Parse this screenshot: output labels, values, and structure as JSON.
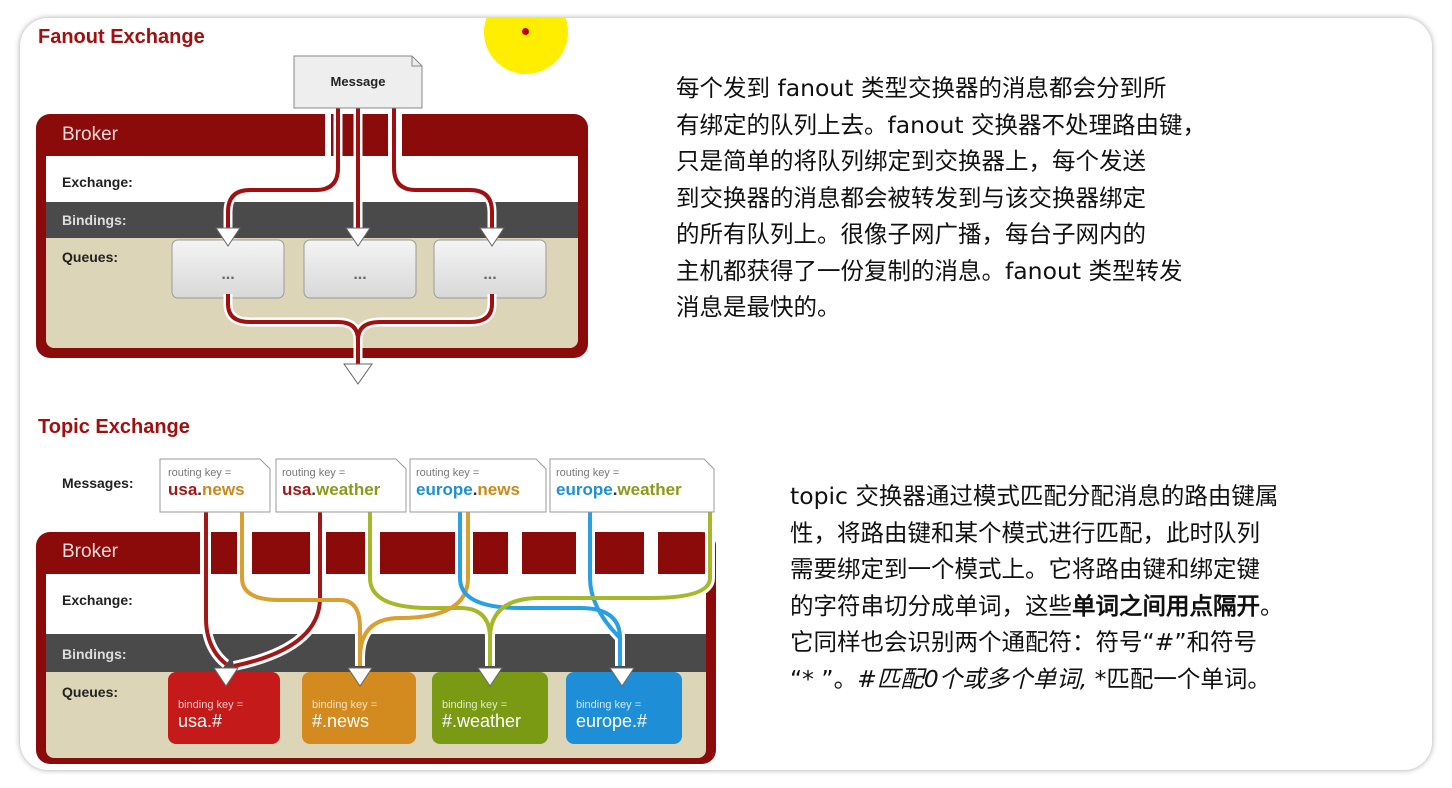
{
  "fanout": {
    "title": "Fanout Exchange",
    "message_label": "Message",
    "broker_label": "Broker",
    "exchange_label": "Exchange:",
    "bindings_label": "Bindings:",
    "queues_label": "Queues:",
    "queue_text": "...",
    "description_lines": [
      "每个发到 fanout 类型交换器的消息都会分到所",
      "有绑定的队列上去。fanout 交换器不处理路由键，",
      "只是简单的将队列绑定到交换器上，每个发送",
      "到交换器的消息都会被转发到与该交换器绑定",
      "的所有队列上。很像子网广播，每台子网内的",
      "主机都获得了一份复制的消息。fanout 类型转发",
      "消息是最快的。"
    ]
  },
  "topic": {
    "title": "Topic Exchange",
    "messages_label": "Messages:",
    "broker_label": "Broker",
    "exchange_label": "Exchange:",
    "bindings_label": "Bindings:",
    "queues_label": "Queues:",
    "routing_key_label": "routing key =",
    "messages": [
      {
        "part1": "usa",
        "dot": ".",
        "part2": "news",
        "color1": "#a01818",
        "color2": "#c98a1c"
      },
      {
        "part1": "usa",
        "dot": ".",
        "part2": "weather",
        "color1": "#a01818",
        "color2": "#8a9a1a"
      },
      {
        "part1": "europe",
        "dot": ".",
        "part2": "news",
        "color1": "#1e8fd0",
        "color2": "#c98a1c"
      },
      {
        "part1": "europe",
        "dot": ".",
        "part2": "weather",
        "color1": "#1e8fd0",
        "color2": "#8a9a1a"
      }
    ],
    "binding_key_label": "binding key =",
    "queues": [
      {
        "key": "usa.#",
        "color": "#c41a1a"
      },
      {
        "key": "#.news",
        "color": "#d38a1e"
      },
      {
        "key": "#.weather",
        "color": "#7a9a14"
      },
      {
        "key": "europe.#",
        "color": "#1e8fd6"
      }
    ],
    "description_lines": [
      "topic 交换器通过模式匹配分配消息的路由键属",
      "性，将路由键和某个模式进行匹配，此时队列",
      "需要绑定到一个模式上。它将路由键和绑定键",
      "的字符串切分成单词，这些",
      "单词之间用点隔开",
      "。",
      "它同样也会识别两个通配符：符号“#”和符号",
      "“* ”。",
      "#匹配0个或多个单词,",
      " *匹配一个单词。"
    ]
  },
  "colors": {
    "broker_red": "#8b0a0a",
    "panel_beige": "#ddd5b8",
    "bindings_gray": "#4a4a4a",
    "pointer_yellow": "#ffee00"
  }
}
